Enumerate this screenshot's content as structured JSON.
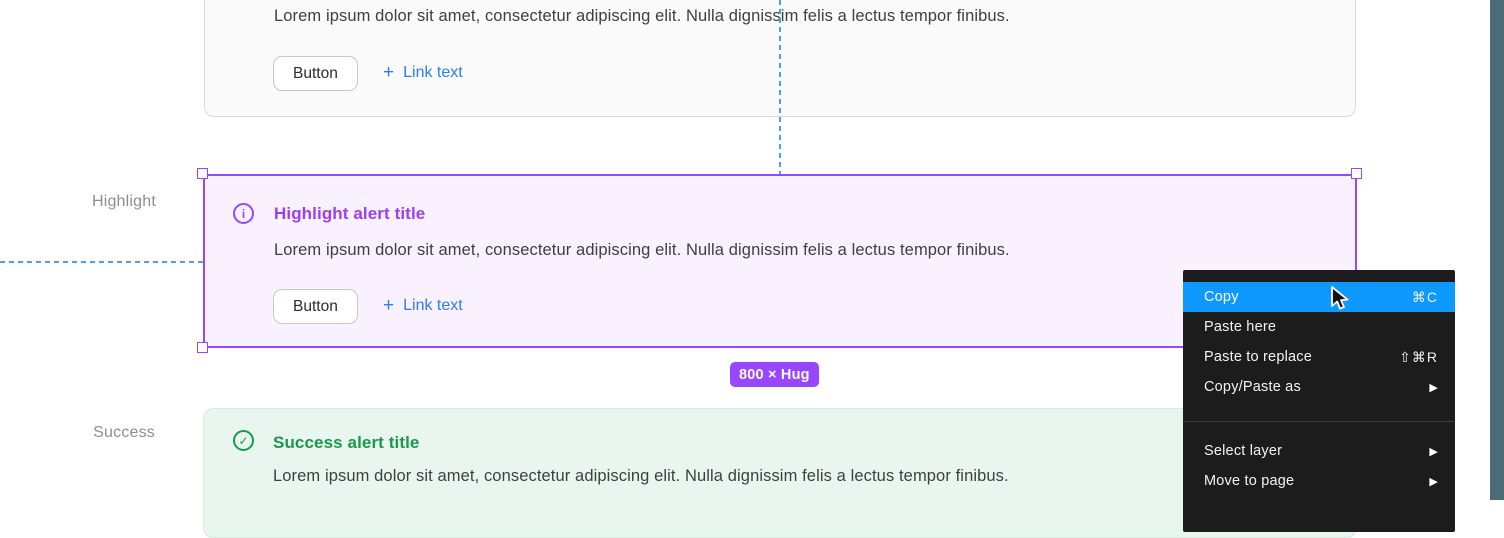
{
  "labels": {
    "highlight": "Highlight",
    "success": "Success"
  },
  "alerts": {
    "default": {
      "body": "Lorem ipsum dolor sit amet, consectetur adipiscing elit. Nulla dignissim felis a lectus tempor finibus.",
      "button_label": "Button",
      "link_plus": "+",
      "link_label": "Link text"
    },
    "highlight": {
      "title": "Highlight alert title",
      "info_glyph": "i",
      "body": "Lorem ipsum dolor sit amet, consectetur adipiscing elit. Nulla dignissim felis a lectus tempor finibus.",
      "button_label": "Button",
      "link_plus": "+",
      "link_label": "Link text"
    },
    "success": {
      "title": "Success alert title",
      "check_glyph": "✓",
      "body": "Lorem ipsum dolor sit amet, consectetur adipiscing elit. Nulla dignissim felis a lectus tempor finibus."
    }
  },
  "size_badge": {
    "label": "800 × Hug"
  },
  "context_menu": {
    "items": [
      {
        "label": "Copy",
        "shortcut": "⌘C",
        "highlighted": true
      },
      {
        "label": "Paste here",
        "shortcut": ""
      },
      {
        "label": "Paste to replace",
        "shortcut": "⇧⌘R"
      },
      {
        "label": "Copy/Paste as",
        "submenu_arrow": "▶"
      },
      {
        "divider": true
      },
      {
        "label": "Select layer",
        "submenu_arrow": "▶"
      },
      {
        "label": "Move to page",
        "submenu_arrow": "▶"
      }
    ]
  },
  "colors": {
    "selection_purple": "#9747ff",
    "menu_highlight_blue": "#0d99ff",
    "link_blue": "#2e7cf6",
    "success_green": "#189a4a",
    "title_purple": "#9b3ff2",
    "guide_blue": "#47a2f5",
    "edge_bar_teal": "#4d6b76"
  }
}
